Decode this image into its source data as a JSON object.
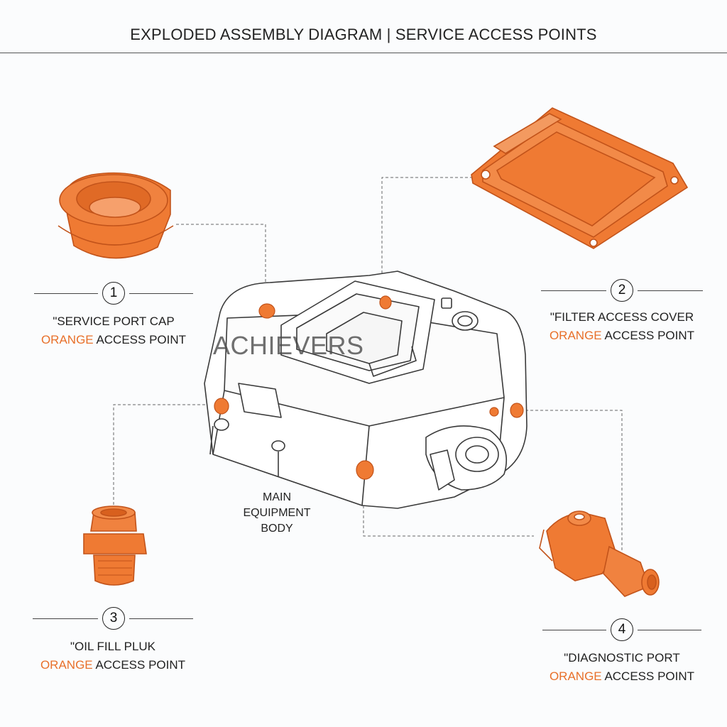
{
  "title": "EXPLODED ASSEMBLY DIAGRAM | SERVICE ACCESS POINTS",
  "watermark": "ACHIEVERS",
  "main_label": [
    "MAIN",
    "EQUIPMENT",
    "BODY"
  ],
  "callouts": [
    {
      "number": "1",
      "name": "\"SERVICE PORT CAP",
      "accent": "ORANGE",
      "tail": "ACCESS POINT"
    },
    {
      "number": "2",
      "name": "\"FILTER ACCESS COVER",
      "accent": "ORANGE",
      "tail": "ACCESS POINT"
    },
    {
      "number": "3",
      "name": "\"OIL FILL PLUK",
      "accent": "ORANGE",
      "tail": "ACCESS POINT"
    },
    {
      "number": "4",
      "name": "\"DIAGNOSTIC PORT",
      "accent": "ORANGE",
      "tail": "ACCESS POINT"
    }
  ],
  "colors": {
    "accent": "#e8702a",
    "part_fill": "#ef7a33",
    "part_edge": "#c2531a",
    "line": "#3a3a3a"
  }
}
